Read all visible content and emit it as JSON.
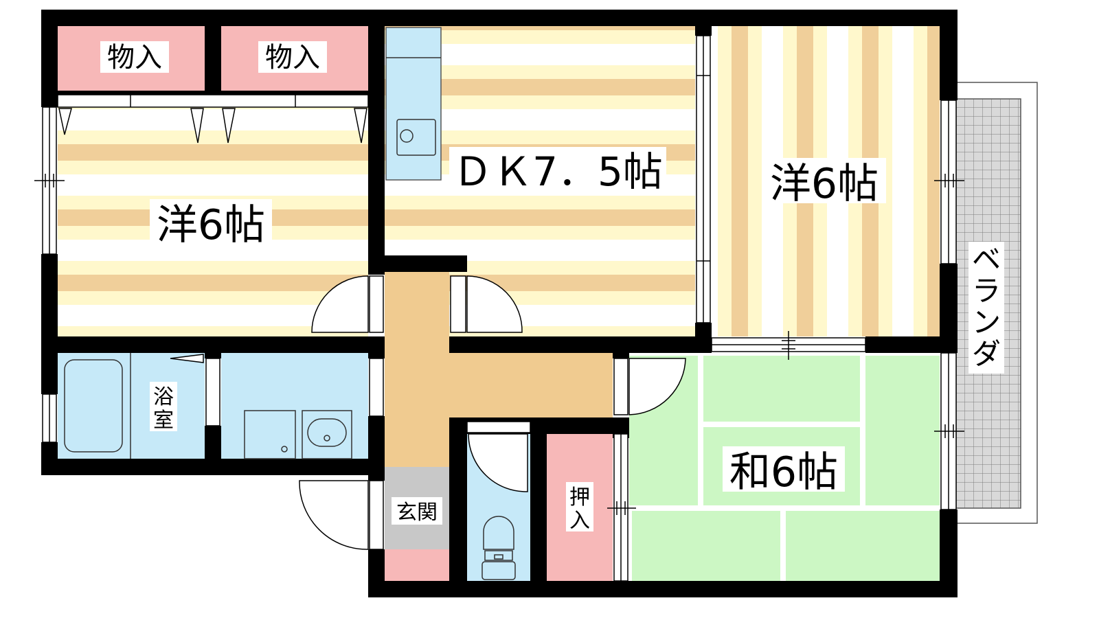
{
  "rooms": {
    "western_left": "洋6帖",
    "dining_kitchen": "ＤＫ7．5帖",
    "western_right": "洋6帖",
    "japanese": "和6帖",
    "bath": [
      "浴",
      "室"
    ],
    "entrance": "玄関",
    "closet_japanese": [
      "押",
      "入"
    ],
    "storage_1": "物入",
    "storage_2": "物入",
    "veranda": [
      "ベ",
      "ラ",
      "ン",
      "ダ"
    ]
  },
  "colors": {
    "wall": "#000000",
    "floor_stripe_dark": "#f0cf9a",
    "floor_stripe_light": "#fff8cc",
    "storage": "#f7b8b8",
    "wet_area": "#c6e9f8",
    "tatami": "#ccf7c4",
    "hallway": "#f0cb90",
    "entrance": "#c8c8c8",
    "veranda_tile": "#bdbdbd"
  }
}
